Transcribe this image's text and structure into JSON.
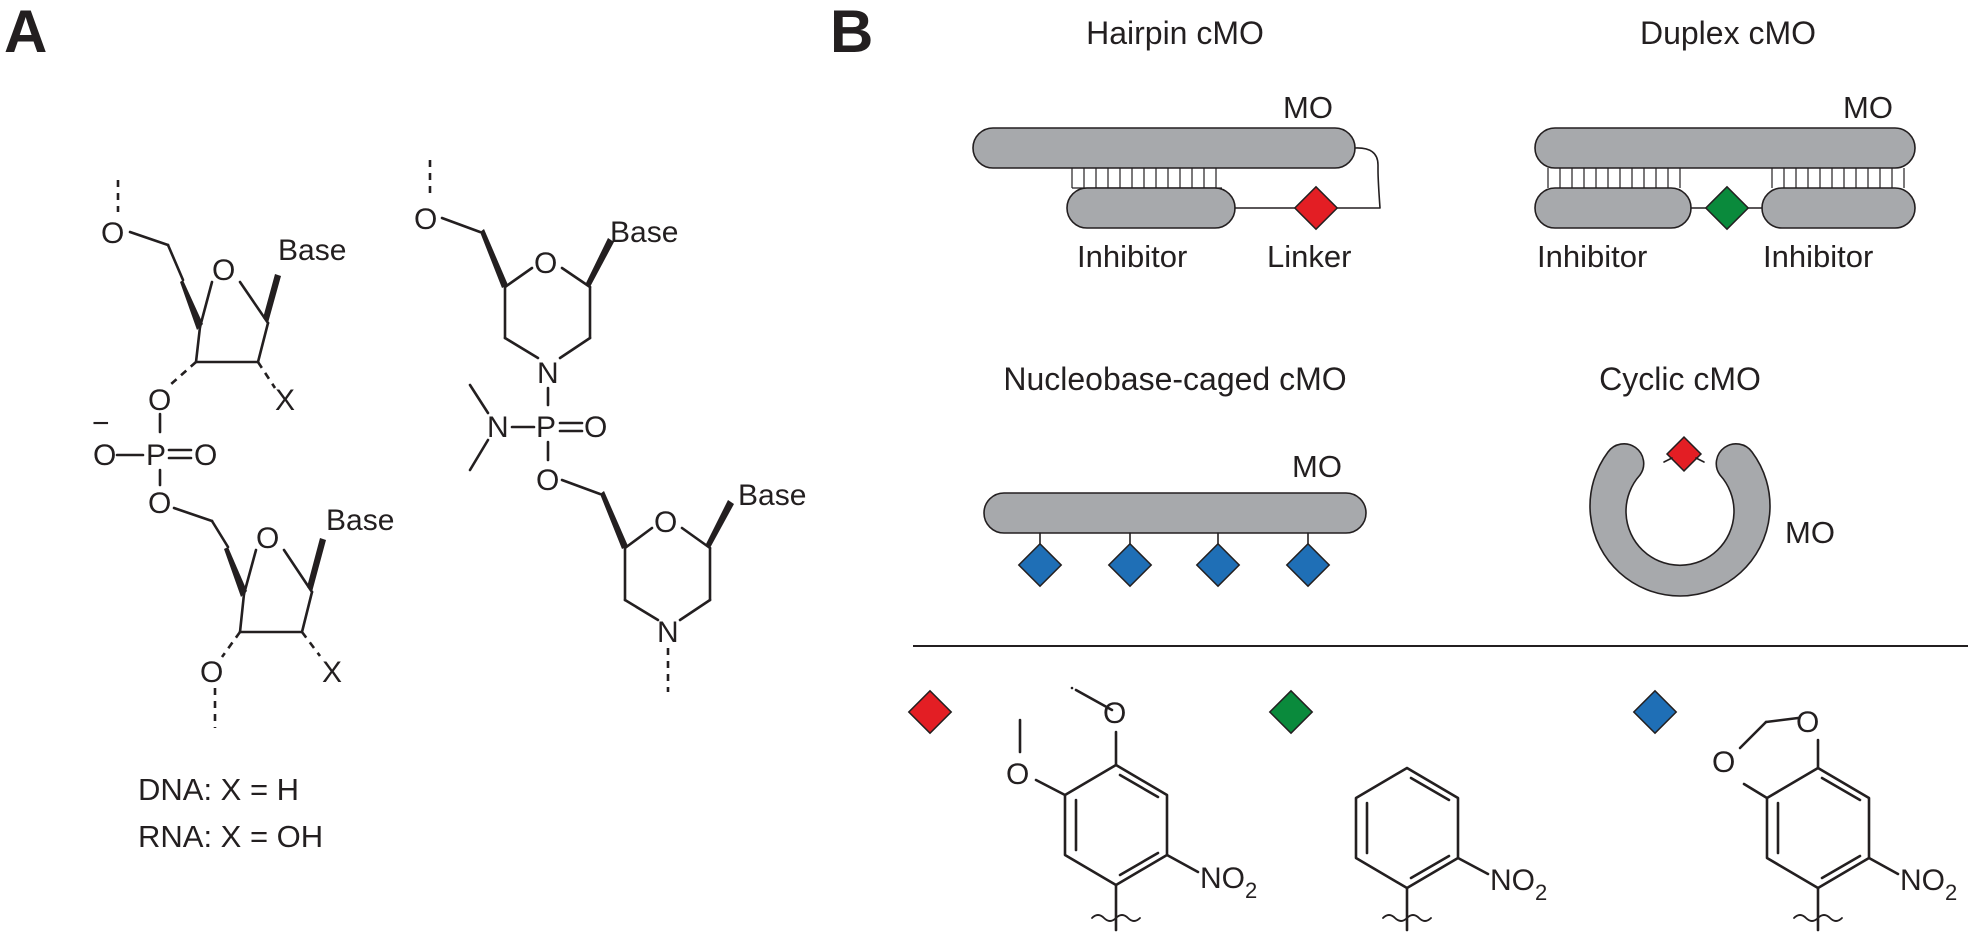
{
  "panel_a": {
    "label": "A",
    "base": "Base",
    "x": "X",
    "o": "O",
    "p": "P",
    "n": "N",
    "minus": "−",
    "dna_line": "DNA: X = H",
    "rna_line": "RNA: X = OH"
  },
  "panel_b": {
    "label": "B",
    "hairpin": {
      "title": "Hairpin cMO",
      "mo": "MO",
      "inhibitor": "Inhibitor",
      "linker": "Linker"
    },
    "duplex": {
      "title": "Duplex cMO",
      "mo": "MO",
      "inhibitor_left": "Inhibitor",
      "inhibitor_right": "Inhibitor"
    },
    "nucleobase": {
      "title": "Nucleobase-caged cMO",
      "mo": "MO"
    },
    "cyclic": {
      "title": "Cyclic cMO",
      "mo": "MO"
    },
    "legend": {
      "no2": "NO",
      "sub2": "2",
      "o": "O"
    }
  },
  "colors": {
    "red": "#e31e24",
    "green": "#0a8a3c",
    "blue": "#1f6fb6",
    "strand": "#a7a9ac"
  }
}
